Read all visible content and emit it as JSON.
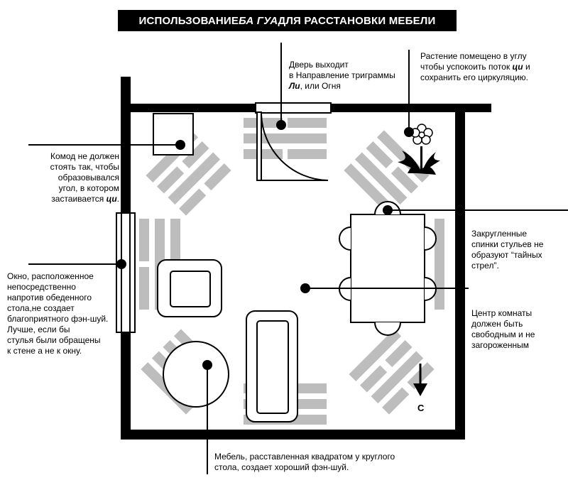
{
  "title": {
    "pre": "ИСПОЛЬЗОВАНИЕ ",
    "em": "БА ГУА",
    "post": " ДЛЯ РАССТАНОВКИ МЕБЕЛИ"
  },
  "notes": {
    "door": {
      "l1": "Дверь выходит",
      "l2": "в Направление триграммы",
      "l3_em": "Ли",
      "l3_rest": ", или Огня"
    },
    "plant": {
      "l1": "Растение помещено в углу",
      "l2_pre": "чтобы успокоить поток ",
      "l2_em": "ци",
      "l2_post": " и",
      "l3": "сохранить его циркуляцию."
    },
    "dresser": {
      "l1": "Комод не должен",
      "l2": "стоять так, чтобы",
      "l3": "образовывался",
      "l4": "угол, в котором",
      "l5_pre": "застаивается ",
      "l5_em": "ци",
      "l5_post": "."
    },
    "window": {
      "l1": "Окно, расположенное",
      "l2": "непосредственно",
      "l3": "напротив обеденного",
      "l4": "стола,не создает",
      "l5": "благоприятного фэн-шуй.",
      "l6": "Лучше, если бы",
      "l7": "стулья были обращены",
      "l8": "к стене а не к окну."
    },
    "chairs": {
      "l1": "Закругленные",
      "l2": "спинки стульев не",
      "l3": "образуют “тайных",
      "l4": "стрел”."
    },
    "center": {
      "l1": "Центр комнаты",
      "l2": "должен быть",
      "l3": "свободным и не",
      "l4": "загороженным"
    },
    "furniture": {
      "l1": "Мебель, расставленная квадратом у круглого",
      "l2": "стола, создает хороший фэн-шуй."
    }
  },
  "compass_label": "С",
  "colors": {
    "ink": "#000000",
    "trigram_gray": "#bdbdbd",
    "background": "#ffffff"
  },
  "icons": {
    "plant": "flower-plant-icon",
    "compass": "arrow-down-icon"
  }
}
